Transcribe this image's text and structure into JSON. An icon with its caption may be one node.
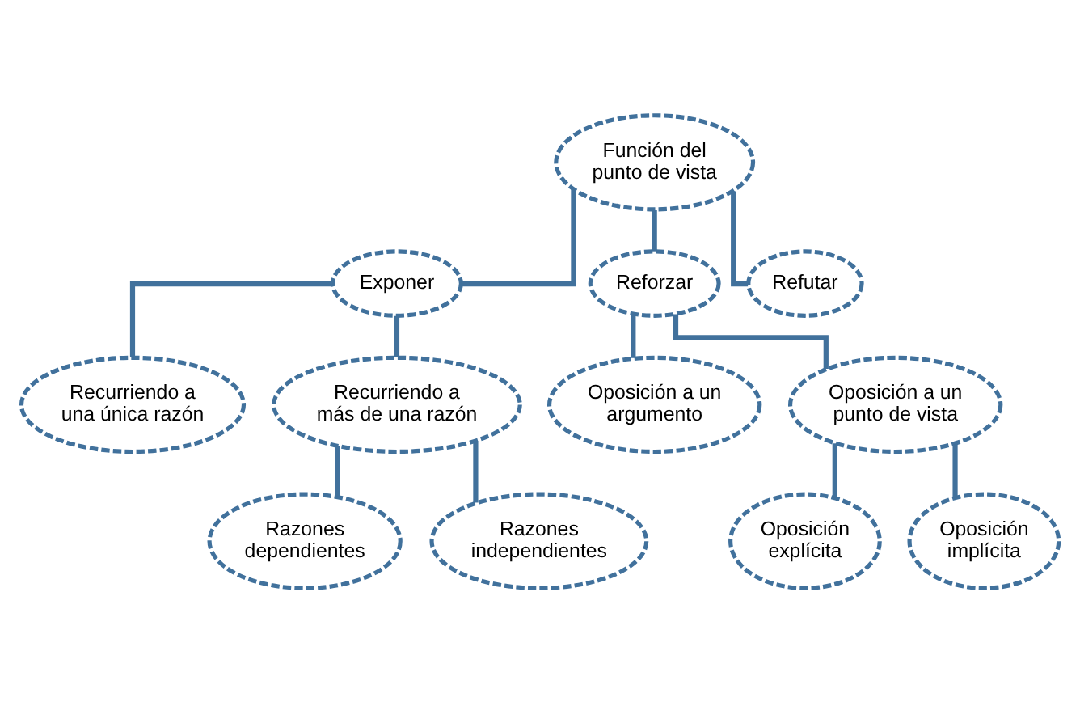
{
  "diagram": {
    "nodes": [
      {
        "text": [
          "Función del punto de vista"
        ]
      },
      {
        "text": [
          "Exponer"
        ]
      },
      {
        "text": [
          "Reforzar"
        ]
      },
      {
        "text": [
          "Refutar"
        ]
      },
      {
        "text": [
          "Recurriendo a una única razón"
        ]
      },
      {
        "text": [
          "Recurriendo a más de una razón"
        ]
      },
      {
        "text": [
          "Razones dependientes"
        ]
      },
      {
        "text": [
          "Razones independientes"
        ]
      },
      {
        "text": [
          "Oposición a un argumento"
        ]
      },
      {
        "text": [
          "Oposición a un punto de vista"
        ]
      },
      {
        "text": [
          "Oposición explícita"
        ]
      },
      {
        "text": [
          "Oposición implícita"
        ]
      }
    ],
    "edges": [
      {
        "from": 0,
        "to": 1,
        "arrow": "none"
      },
      {
        "from": 0,
        "to": 2,
        "arrow": "none"
      },
      {
        "from": 0,
        "to": 3,
        "arrow": "none"
      },
      {
        "from": 1,
        "to": 4,
        "arrow": "none"
      },
      {
        "from": 1,
        "to": 5,
        "arrow": "none"
      },
      {
        "from": 5,
        "to": 6,
        "arrow": "none"
      },
      {
        "from": 5,
        "to": 7,
        "arrow": "none"
      },
      {
        "from": 2,
        "to": 8,
        "arrow": "none"
      },
      {
        "from": 2,
        "to": 9,
        "arrow": "none"
      },
      {
        "from": 9,
        "to": 10,
        "arrow": "none"
      },
      {
        "from": 9,
        "to": 11,
        "arrow": "none"
      }
    ]
  }
}
